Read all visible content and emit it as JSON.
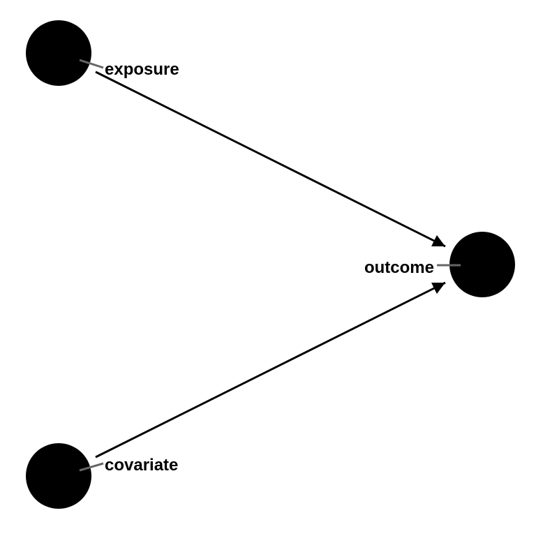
{
  "nodes": [
    {
      "id": "exposure",
      "label": "exposure"
    },
    {
      "id": "outcome",
      "label": "outcome"
    },
    {
      "id": "covariate",
      "label": "covariate"
    }
  ],
  "edges": [
    {
      "from": "exposure",
      "to": "outcome"
    },
    {
      "from": "covariate",
      "to": "outcome"
    }
  ],
  "colors": {
    "node": "#000000",
    "edge": "#000000",
    "label_line": "#666666"
  }
}
